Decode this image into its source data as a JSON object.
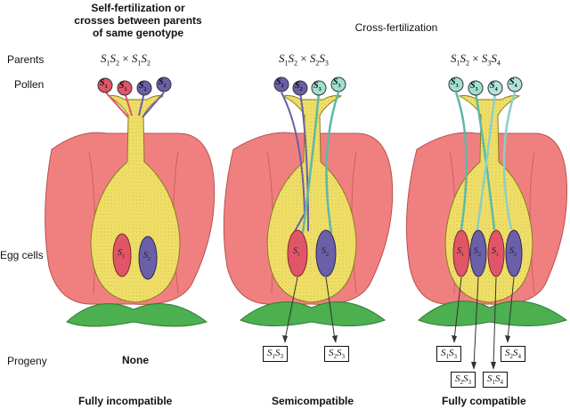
{
  "headers": {
    "left": [
      "Self-fertilization or",
      "crosses between parents",
      "of same genotype"
    ],
    "right": "Cross-fertilization"
  },
  "row_labels": {
    "parents": "Parents",
    "pollen": "Pollen",
    "egg_cells": "Egg cells",
    "progeny": "Progeny"
  },
  "crosses": {
    "left": {
      "a": "S",
      "as": "1",
      "b": "S",
      "bs": "2",
      "x": "×",
      "c": "S",
      "cs": "1",
      "d": "S",
      "ds": "2"
    },
    "middle": {
      "a": "S",
      "as": "1",
      "b": "S",
      "bs": "2",
      "x": "×",
      "c": "S",
      "cs": "2",
      "d": "S",
      "ds": "3"
    },
    "right": {
      "a": "S",
      "as": "1",
      "b": "S",
      "bs": "2",
      "x": "×",
      "c": "S",
      "cs": "3",
      "d": "S",
      "ds": "4"
    }
  },
  "pollen": {
    "left": [
      "1",
      "1",
      "2",
      "2"
    ],
    "middle": [
      "2",
      "2",
      "3",
      "3"
    ],
    "right": [
      "3",
      "3",
      "4",
      "4"
    ]
  },
  "eggs": {
    "left": [
      "1",
      "2"
    ],
    "middle": [
      "1",
      "2"
    ],
    "right": [
      "1",
      "2",
      "1",
      "2"
    ]
  },
  "progeny": {
    "left": "None",
    "middle": [
      {
        "a": "1",
        "b": "3"
      },
      {
        "a": "2",
        "b": "3"
      }
    ],
    "right": [
      {
        "a": "1",
        "b": "3"
      },
      {
        "a": "2",
        "b": "4"
      },
      {
        "a": "2",
        "b": "3"
      },
      {
        "a": "1",
        "b": "4"
      }
    ]
  },
  "footers": {
    "left": "Fully incompatible",
    "middle": "Semicompatible",
    "right": "Fully compatible"
  },
  "colors": {
    "petal": "#f08080",
    "style": "#f2e26a",
    "leaf": "#4caf50",
    "s1": "#e05568",
    "s2": "#6a5fa8",
    "s3": "#9fe0cf",
    "s4": "#b0e4dc"
  }
}
